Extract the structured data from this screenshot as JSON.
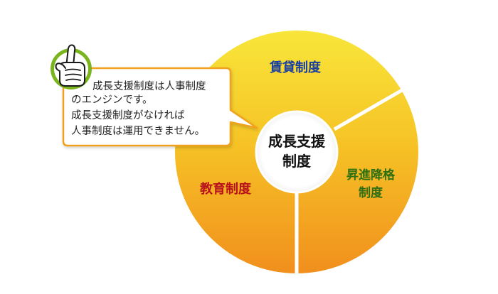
{
  "diagram": {
    "center": {
      "line1": "成長支援",
      "line2": "制度"
    },
    "segments": {
      "wage": {
        "label": "賃貸制度",
        "color": "#1b3fa0"
      },
      "promotion": {
        "line1": "昇進降格",
        "line2": "制度",
        "color": "#2e6f12"
      },
      "education": {
        "label": "教育制度",
        "color": "#b8121b"
      }
    },
    "callout": {
      "lines": [
        "成長支援制度は人事制度",
        "のエンジンです。",
        "成長支援制度がなければ",
        "人事制度は運用できません。"
      ],
      "icon": "pointing-hand-icon"
    },
    "colors": {
      "wheel_top": "#f8e63a",
      "wheel_bottom": "#f18f1d",
      "callout_border": "#f1a21e",
      "icon_ring": "#7ab51d"
    }
  }
}
